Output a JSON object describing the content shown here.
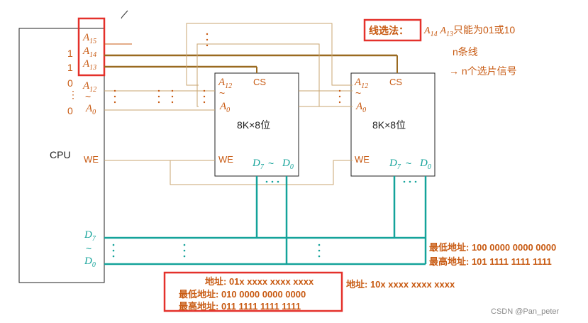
{
  "colors": {
    "orange": "#c85a12",
    "teal": "#14a39a",
    "red": "#e4312b",
    "wire": "#b78a4a",
    "bus": "#9a6a20",
    "box": "#222222"
  },
  "cpu": {
    "label": "CPU",
    "pins": {
      "a15": "A",
      "a15_sub": "15",
      "a14": "A",
      "a14_sub": "14",
      "a13": "A",
      "a13_sub": "13",
      "a12": "A",
      "a12_sub": "12",
      "tilde": "~",
      "a0": "A",
      "a0_sub": "0",
      "we": "WE",
      "d7": "D",
      "d7_sub": "7",
      "d0": "D",
      "d0_sub": "0"
    },
    "bit_values": [
      "1",
      "1",
      "0",
      "⋮",
      "0"
    ]
  },
  "chips": [
    {
      "a12": "A",
      "a12_sub": "12",
      "tilde": "~",
      "a0": "A",
      "a0_sub": "0",
      "cs": "CS",
      "title": "8K×8位",
      "we": "WE",
      "d7": "D",
      "d7_sub": "7",
      "d0": "D",
      "d0_sub": "0"
    },
    {
      "a12": "A",
      "a12_sub": "12",
      "tilde": "~",
      "a0": "A",
      "a0_sub": "0",
      "cs": "CS",
      "title": "8K×8位",
      "we": "WE",
      "d7": "D",
      "d7_sub": "7",
      "d0": "D",
      "d0_sub": "0"
    }
  ],
  "notes": {
    "line_select_title": "线选法：",
    "a14": "A",
    "a14_sub": "14",
    "a13": "A",
    "a13_sub": "13",
    "line_select_rule": "只能为01或10",
    "n_lines": "n条线",
    "n_chips": "→ n个选片信号"
  },
  "chip2_range": {
    "lowest": "最低地址: 100 0000 0000 0000",
    "highest": "最高地址: 101 1111 1111 1111",
    "address": "地址: 10x xxxx xxxx xxxx"
  },
  "chip1_range": {
    "address": "地址: 01x xxxx xxxx xxxx",
    "lowest": "最低地址: 010 0000 0000 0000",
    "highest": "最高地址: 011 1111 1111 1111"
  },
  "watermark": "CSDN @Pan_peter"
}
